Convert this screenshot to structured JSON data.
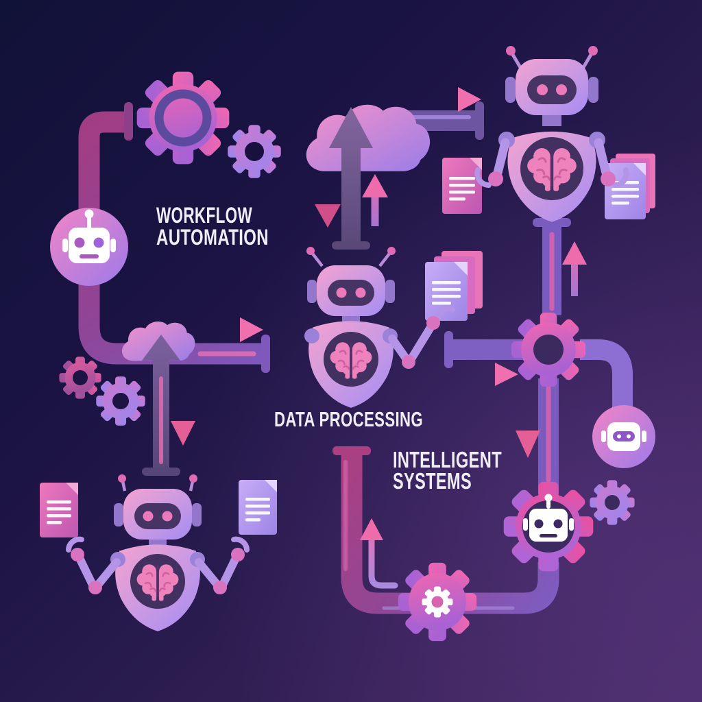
{
  "title": "AI automation workflow illustration",
  "labels": {
    "workflow": {
      "line1": "WORKFLOW",
      "line2": "AUTOMATION"
    },
    "data_processing": "DATA PROCESSING",
    "intelligent": {
      "line1": "INTELLIGENT",
      "line2": "SYSTEMS"
    }
  },
  "icons": [
    "gear-icon",
    "small-gear-icon",
    "robot-icon",
    "robot-avatar-circle-icon",
    "robot-face-gear-icon",
    "brain-icon",
    "cloud-upload-icon",
    "document-icon",
    "document-stack-icon",
    "up-arrow-icon",
    "down-arrow-icon",
    "right-arrow-icon",
    "curved-up-arrow-icon",
    "pipe-connector",
    "pipe-end-cap"
  ],
  "colors": {
    "background_top_left": "#111238",
    "background_bottom_right": "#4b2d6b",
    "pink": "#ec64aa",
    "magenta_pipe": "#a23d84",
    "purple_pipe": "#7e58bb",
    "lavender": "#a88df2",
    "dark_panel": "#413060",
    "text": "#f0edf6",
    "white": "#ffffff"
  }
}
